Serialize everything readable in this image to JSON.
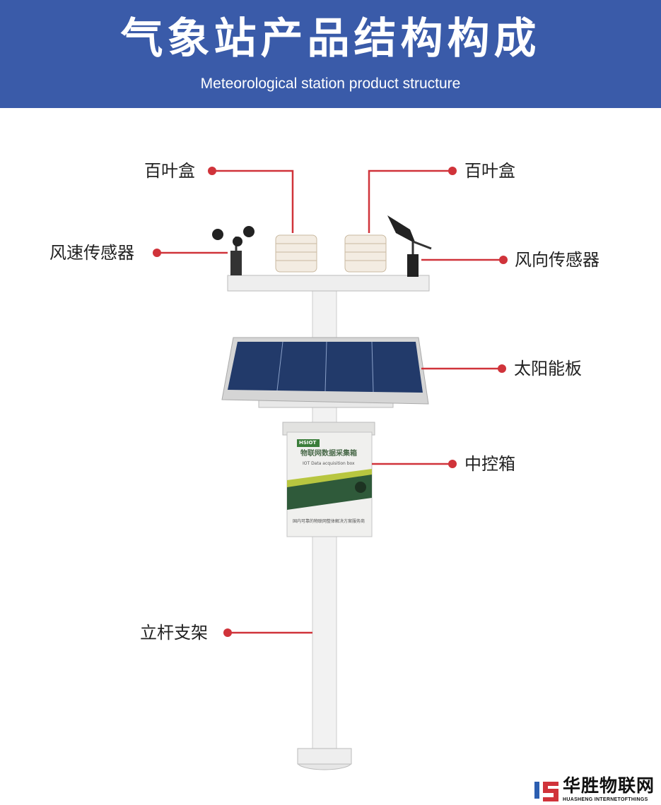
{
  "header": {
    "title": "气象站产品结构构成",
    "subtitle": "Meteorological station product structure"
  },
  "labels": {
    "louver_left": "百叶盒",
    "louver_right": "百叶盒",
    "wind_speed": "风速传感器",
    "wind_direction": "风向传感器",
    "solar_panel": "太阳能板",
    "control_box": "中控箱",
    "pole": "立杆支架"
  },
  "control_box": {
    "brand": "HSIOT",
    "title": "物联网数据采集箱",
    "subtitle": "IOT Data acquisition box",
    "footer": "国内可靠的物联网整体解决方案服务商"
  },
  "logo": {
    "mark": "HS",
    "name_cn": "华胜物联网",
    "name_en": "HUASHENG INTERNETOFTHINGS"
  },
  "colors": {
    "header": "#3a5ba9",
    "accent": "#d0333a"
  }
}
